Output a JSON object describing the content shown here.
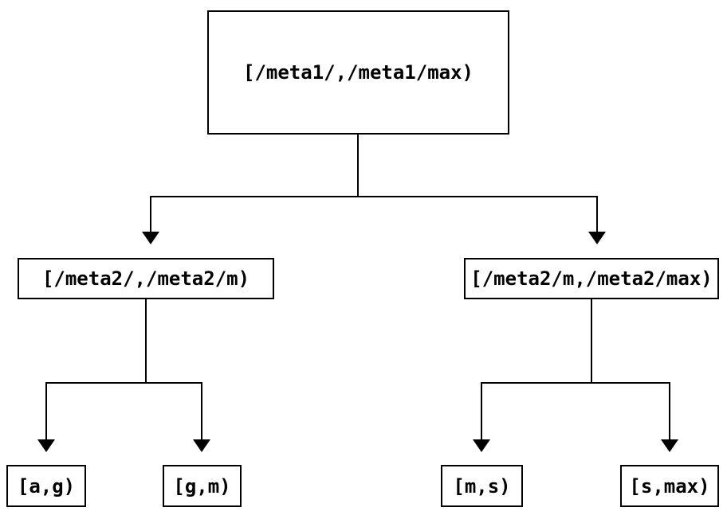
{
  "diagram": {
    "type": "tree",
    "colors": {
      "background": "#ffffff",
      "line": "#000000",
      "node_border": "#000000",
      "text": "#000000"
    },
    "root": {
      "label": "[/meta1/,/meta1/max)",
      "children": [
        {
          "label": "[/meta2/,/meta2/m)",
          "children": [
            {
              "label": "[a,g)"
            },
            {
              "label": "[g,m)"
            }
          ]
        },
        {
          "label": "[/meta2/m,/meta2/max)",
          "children": [
            {
              "label": "[m,s)"
            },
            {
              "label": "[s,max)"
            }
          ]
        }
      ]
    }
  }
}
